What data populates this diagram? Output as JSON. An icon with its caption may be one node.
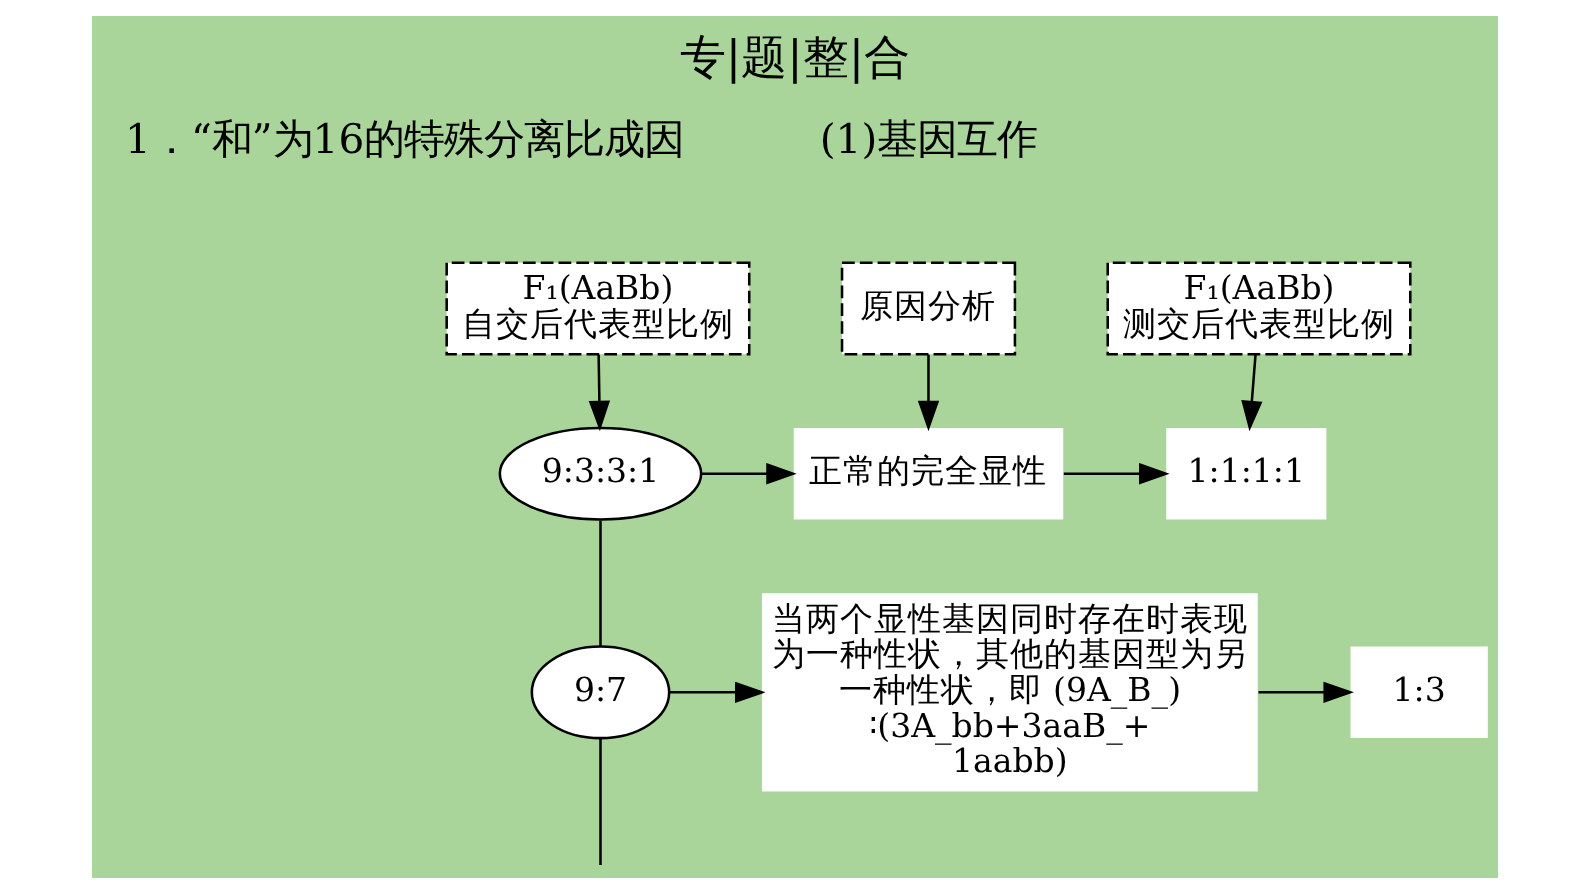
{
  "diagram": {
    "title": "专|题|整|合",
    "nodes": [
      {
        "text": [
          "F₁(AaBb)自交后代表型比例"
        ]
      },
      {
        "text": [
          "原因分析"
        ]
      },
      {
        "text": [
          "F₁(AaBb)测交后代表型比例"
        ]
      },
      {
        "text": [
          "9:3:3:1"
        ]
      },
      {
        "text": [
          "正常的完全显性"
        ]
      },
      {
        "text": [
          "1:1:1:1"
        ]
      },
      {
        "text": [
          "9:7"
        ]
      },
      {
        "text": [
          "当两个显性基因同时存在时表现为一种性状，其他的基因型为另一种性状，即 (9A_B_)∶(3A_bb+3aaB_+1aabb)"
        ]
      },
      {
        "text": [
          "1:3"
        ]
      }
    ],
    "edges": [
      {
        "from": 0,
        "to": 3,
        "arrow": "to"
      },
      {
        "from": 1,
        "to": 4,
        "arrow": "to"
      },
      {
        "from": 2,
        "to": 5,
        "arrow": "to"
      },
      {
        "from": 3,
        "to": 4,
        "arrow": "to"
      },
      {
        "from": 4,
        "to": 5,
        "arrow": "to"
      },
      {
        "from": 3,
        "to": 6,
        "arrow": "none"
      },
      {
        "from": 6,
        "to": 7,
        "arrow": "to"
      },
      {
        "from": 7,
        "to": 8,
        "arrow": "to"
      },
      {
        "from": 6,
        "to": null,
        "arrow": "none"
      }
    ],
    "labels": [
      "1．“和”为16的特殊分离比成因",
      "(1)基因互作"
    ]
  }
}
